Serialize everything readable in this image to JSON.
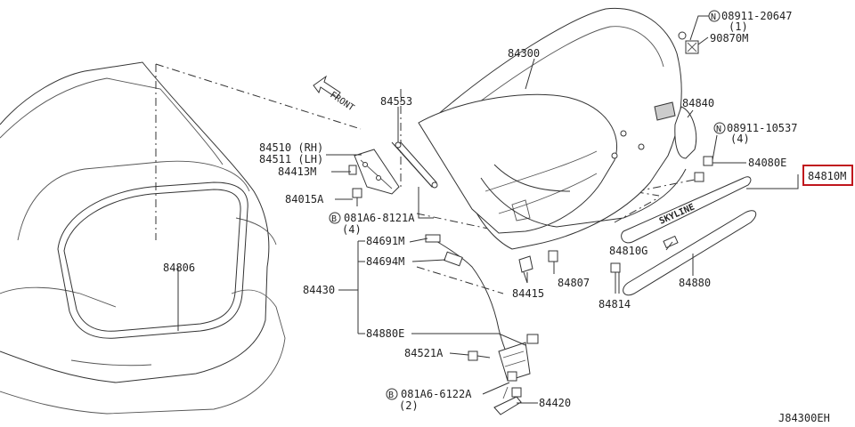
{
  "diagram": {
    "figure_code": "J84300EH",
    "front_label": "FRONT",
    "highlight_color": "#c0161d",
    "highlighted_part": "84810M",
    "parts": {
      "p84300": "84300",
      "p08911_20647": "08911-20647",
      "p08911_20647_qty": "(1)",
      "p90870m": "90870M",
      "p84840": "84840",
      "p08911_10537": "08911-10537",
      "p08911_10537_qty": "(4)",
      "p84080e": "84080E",
      "p84810m": "84810M",
      "p84553": "84553",
      "p84510": "84510 (RH)",
      "p84511": "84511 (LH)",
      "p84413m": "84413M",
      "p84015a": "84015A",
      "p081a6_8121a": "081A6-8121A",
      "p081a6_8121a_qty": "(4)",
      "p84691m": "84691M",
      "p84694m": "84694M",
      "p84430": "84430",
      "p84880e": "84880E",
      "p84521a": "84521A",
      "p081a6_6122a": "081A6-6122A",
      "p081a6_6122a_qty": "(2)",
      "p84420": "84420",
      "p84806": "84806",
      "p84810g": "84810G",
      "p84807": "84807",
      "p84415": "84415",
      "p84814": "84814",
      "p84880": "84880"
    },
    "circled_letters": {
      "n1": "N",
      "n2": "N",
      "b1": "B",
      "b2": "B"
    },
    "emblem_text": "SKYLINE"
  }
}
